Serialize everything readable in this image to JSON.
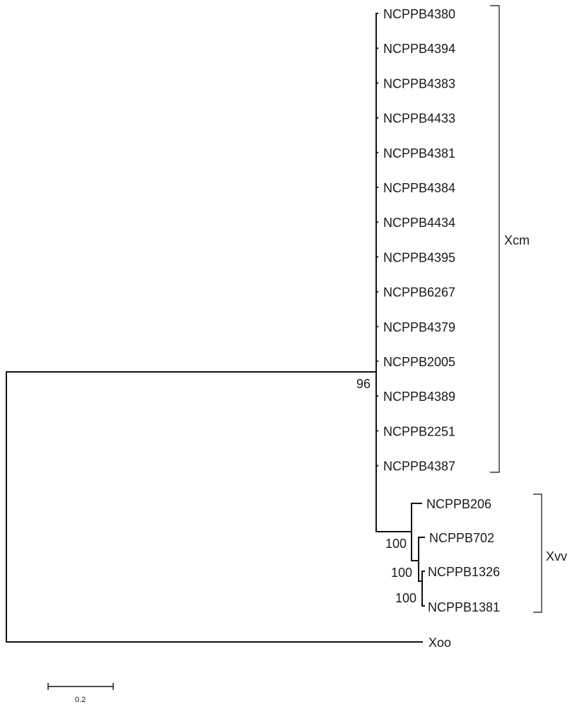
{
  "tree": {
    "xcm_leaves": [
      "NCPPB4380",
      "NCPPB4394",
      "NCPPB4383",
      "NCPPB4433",
      "NCPPB4381",
      "NCPPB4384",
      "NCPPB4434",
      "NCPPB4395",
      "NCPPB6267",
      "NCPPB4379",
      "NCPPB2005",
      "NCPPB4389",
      "NCPPB2251",
      "NCPPB4387"
    ],
    "xvv_leaves": [
      "NCPPB206",
      "NCPPB702",
      "NCPPB1326",
      "NCPPB1381"
    ],
    "outgroup": "Xoo",
    "clades": {
      "xcm": "Xcm",
      "xvv": "Xvv"
    },
    "bootstrap": {
      "xcm": "96",
      "xvv_outer": "100",
      "xvv_mid": "100",
      "xvv_inner": "100"
    },
    "scale_bar": {
      "label": "0.2",
      "value": 0.2
    }
  }
}
